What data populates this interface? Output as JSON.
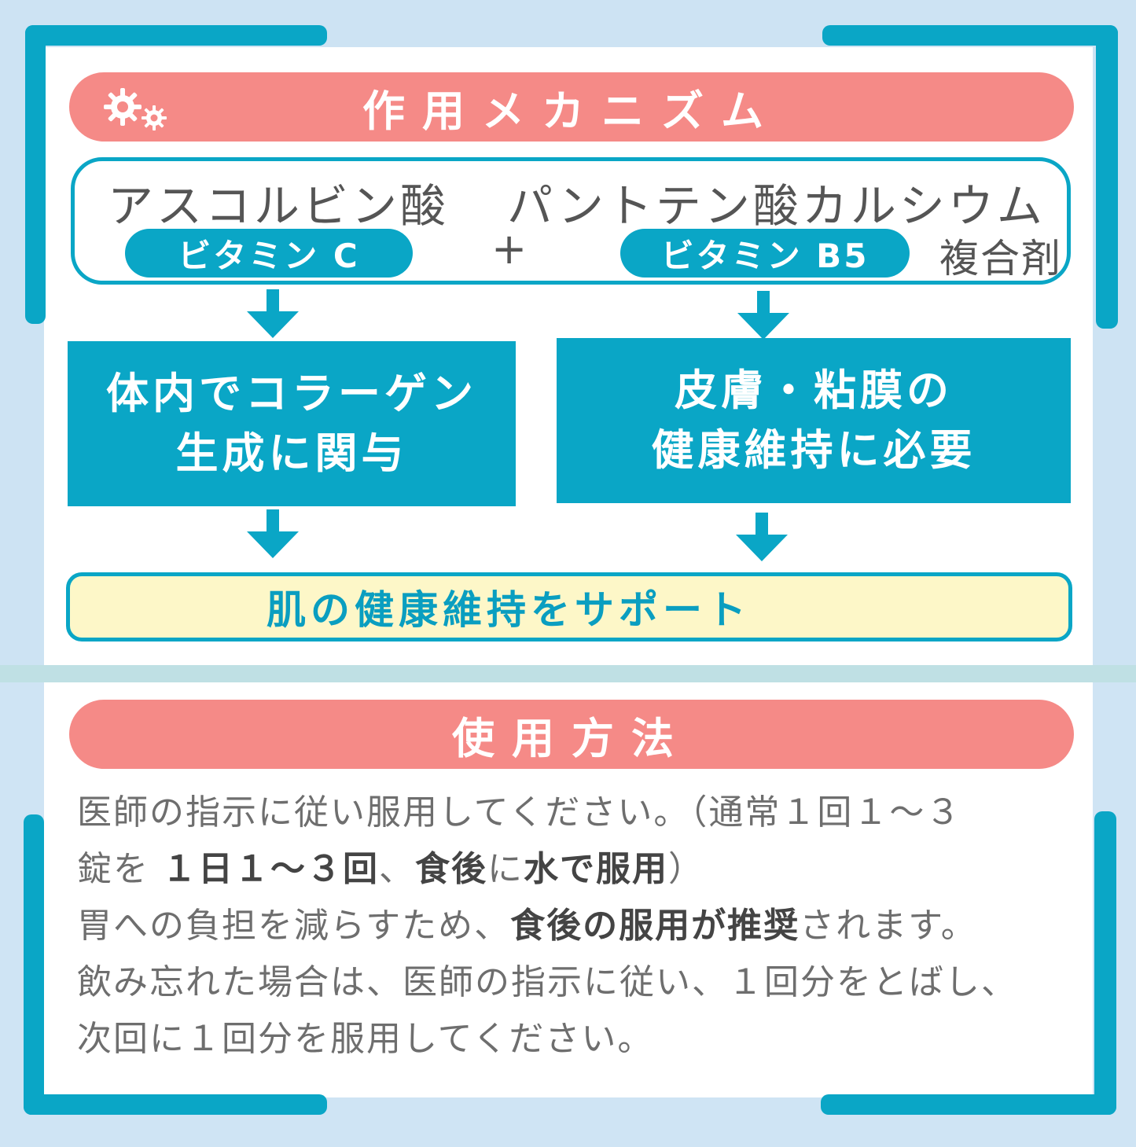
{
  "mechanism": {
    "title": "作用メカニズム",
    "compound_left": "アスコルビン酸",
    "compound_right": "パントテン酸カルシウム",
    "vitamin_left": "ビタミン C",
    "plus": "+",
    "vitamin_right": "ビタミン B5",
    "complex_label": "複合剤",
    "effect_left": [
      "体内でコラーゲン",
      "生成に関与"
    ],
    "effect_right": [
      "皮膚・粘膜の",
      "健康維持に必要"
    ],
    "result": "肌の健康維持をサポート"
  },
  "usage": {
    "title": "使用方法",
    "line1": "医師の指示に従い服用してください。（通常１回１～３",
    "line2_a": "錠を ",
    "line2_b": "１日１～３回",
    "line2_c": "、",
    "line2_d": "食後",
    "line2_e": "に",
    "line2_f": "水で服用",
    "line2_g": "）",
    "line3_a": "胃への負担を減らすため、",
    "line3_b": "食後の服用が推奨",
    "line3_c": "されます。",
    "line4": "飲み忘れた場合は、医師の指示に従い、１回分をとばし、",
    "line5": "次回に１回分を服用してください。"
  },
  "colors": {
    "accent": "#0aa6c6",
    "header_pink": "#f58a87",
    "result_bg": "#fdf7c8",
    "background": "#cfe4f2"
  },
  "icons": [
    "gears-icon",
    "arrow-down-icon"
  ]
}
